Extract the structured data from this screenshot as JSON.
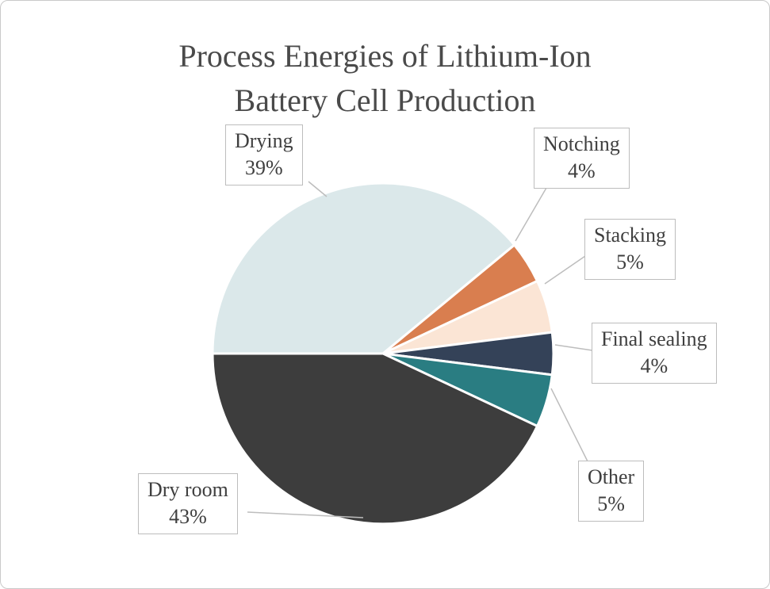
{
  "title": {
    "line1": "Process Energies of Lithium-Ion",
    "line2": "Battery Cell Production"
  },
  "chart_data": {
    "type": "pie",
    "title": "Process Energies of Lithium-Ion Battery Cell Production",
    "legend_position": "none",
    "labels_as_callouts": true,
    "start_angle_deg": -90,
    "slice_border_color": "#ffffff",
    "callout_line_color": "#bdbdbd",
    "slices": [
      {
        "label": "Drying",
        "value": 39,
        "pct_label": "39%",
        "color": "#dbe8ea"
      },
      {
        "label": "Notching",
        "value": 4,
        "pct_label": "4%",
        "color": "#d97e4f"
      },
      {
        "label": "Stacking",
        "value": 5,
        "pct_label": "5%",
        "color": "#fbe5d5"
      },
      {
        "label": "Final sealing",
        "value": 4,
        "pct_label": "4%",
        "color": "#344258"
      },
      {
        "label": "Other",
        "value": 5,
        "pct_label": "5%",
        "color": "#2a7d82"
      },
      {
        "label": "Dry room",
        "value": 43,
        "pct_label": "43%",
        "color": "#3d3d3d"
      }
    ]
  }
}
